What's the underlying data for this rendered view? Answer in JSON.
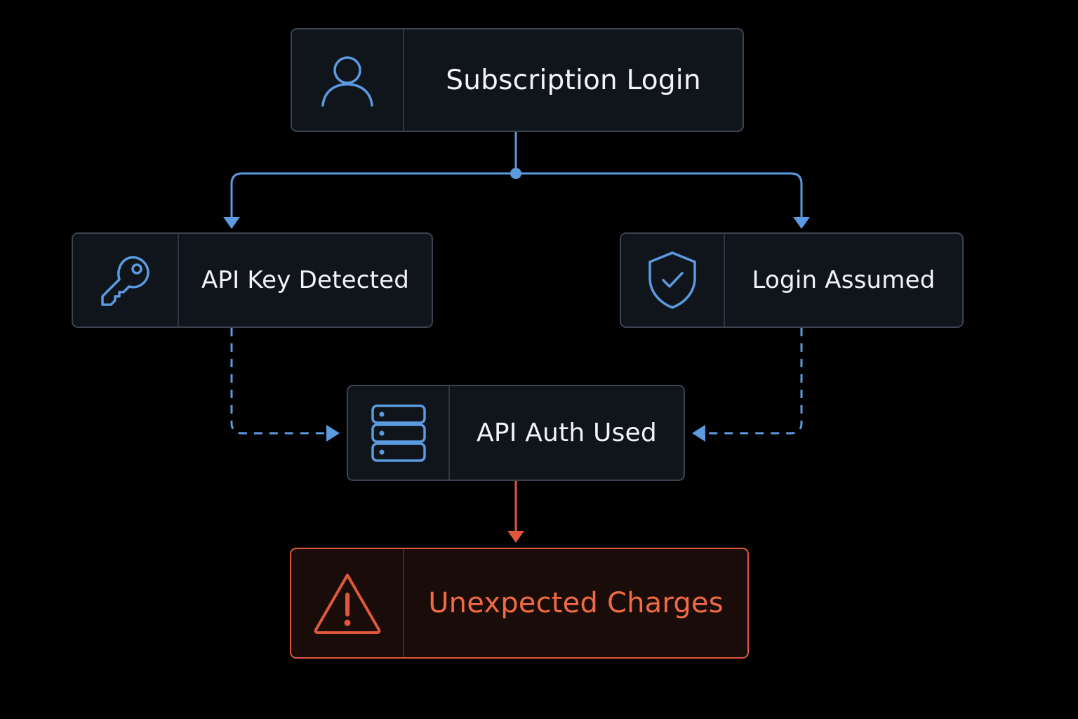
{
  "colors": {
    "background": "#000000",
    "node_fill": "#10141b",
    "node_border": "#3b4350",
    "accent_blue": "#5b9be0",
    "alert_orange": "#e0583a",
    "alert_text": "#f06a43",
    "label_text": "#f2f4f7"
  },
  "nodes": {
    "subscription_login": {
      "label": "Subscription Login",
      "icon": "user-icon"
    },
    "api_key_detected": {
      "label": "API Key Detected",
      "icon": "key-icon"
    },
    "login_assumed": {
      "label": "Login Assumed",
      "icon": "shield-check-icon"
    },
    "api_auth_used": {
      "label": "API Auth Used",
      "icon": "server-icon"
    },
    "unexpected_charges": {
      "label": "Unexpected Charges",
      "icon": "warning-icon"
    }
  },
  "edges": [
    {
      "from": "subscription_login",
      "to": "api_key_detected",
      "style": "solid",
      "color": "blue"
    },
    {
      "from": "subscription_login",
      "to": "login_assumed",
      "style": "solid",
      "color": "blue"
    },
    {
      "from": "api_key_detected",
      "to": "api_auth_used",
      "style": "dashed",
      "color": "blue"
    },
    {
      "from": "login_assumed",
      "to": "api_auth_used",
      "style": "dashed",
      "color": "blue"
    },
    {
      "from": "api_auth_used",
      "to": "unexpected_charges",
      "style": "solid",
      "color": "orange"
    }
  ]
}
